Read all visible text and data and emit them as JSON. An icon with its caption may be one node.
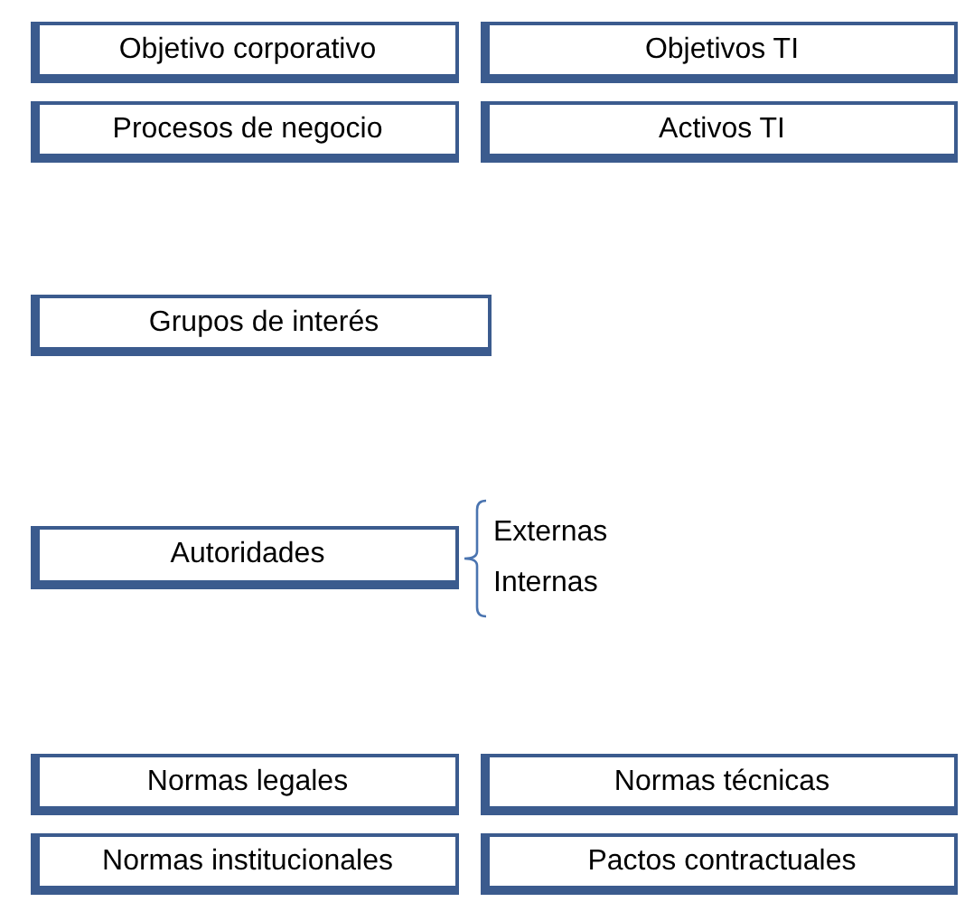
{
  "diagram": {
    "nodes": [
      {
        "text": [
          "Objetivo corporativo"
        ]
      },
      {
        "text": [
          "Objetivos TI"
        ]
      },
      {
        "text": [
          "Procesos de negocio"
        ]
      },
      {
        "text": [
          "Activos TI"
        ]
      },
      {
        "text": [
          "Grupos de interés"
        ]
      },
      {
        "text": [
          "Autoridades"
        ],
        "beside": [
          "Externas",
          "Internas"
        ]
      },
      {
        "text": [
          "Normas legales"
        ]
      },
      {
        "text": [
          "Normas técnicas"
        ]
      },
      {
        "text": [
          "Normas institucionales"
        ]
      },
      {
        "text": [
          "Pactos contractuales"
        ]
      }
    ]
  }
}
